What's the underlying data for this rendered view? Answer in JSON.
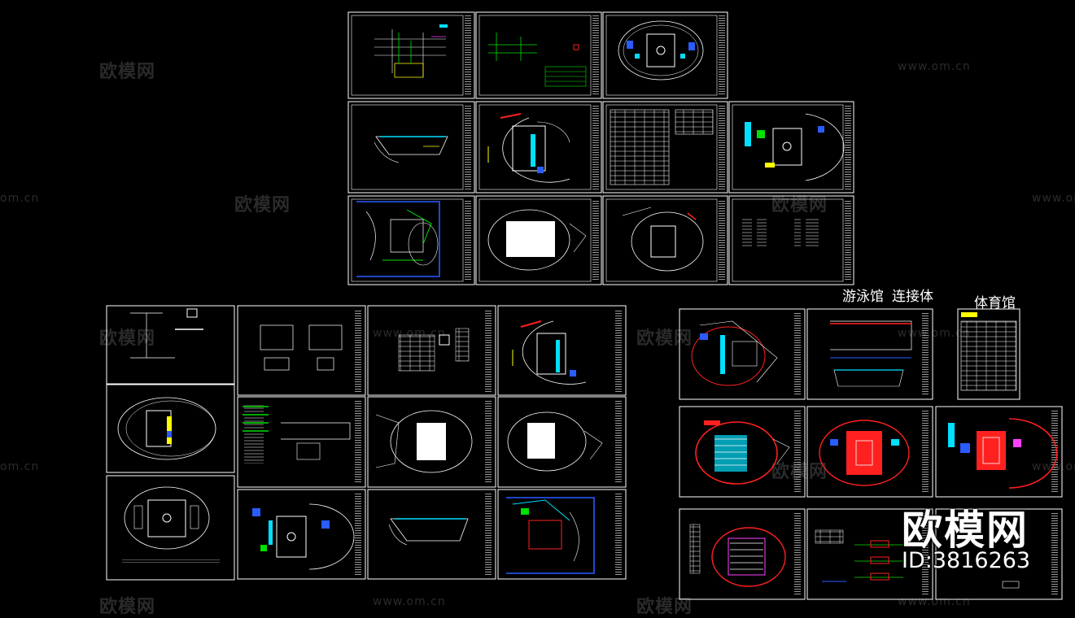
{
  "watermark": {
    "cn_text": "欧模网",
    "url_text": "www.om.cn",
    "url_text_cropped": "om.cn",
    "color": "#2a2a2a"
  },
  "labels": {
    "natatorium": "游泳馆",
    "connector": "连接体",
    "gymnasium": "体育馆"
  },
  "brand": {
    "logo_text": "欧模网",
    "id_text": "ID:3816263"
  },
  "colors": {
    "frame": "#ffffff",
    "red": "#ff2020",
    "blue": "#2a5cff",
    "cyan": "#00e0ff",
    "green": "#00e000",
    "yellow": "#ffff00",
    "magenta": "#ff40ff"
  }
}
